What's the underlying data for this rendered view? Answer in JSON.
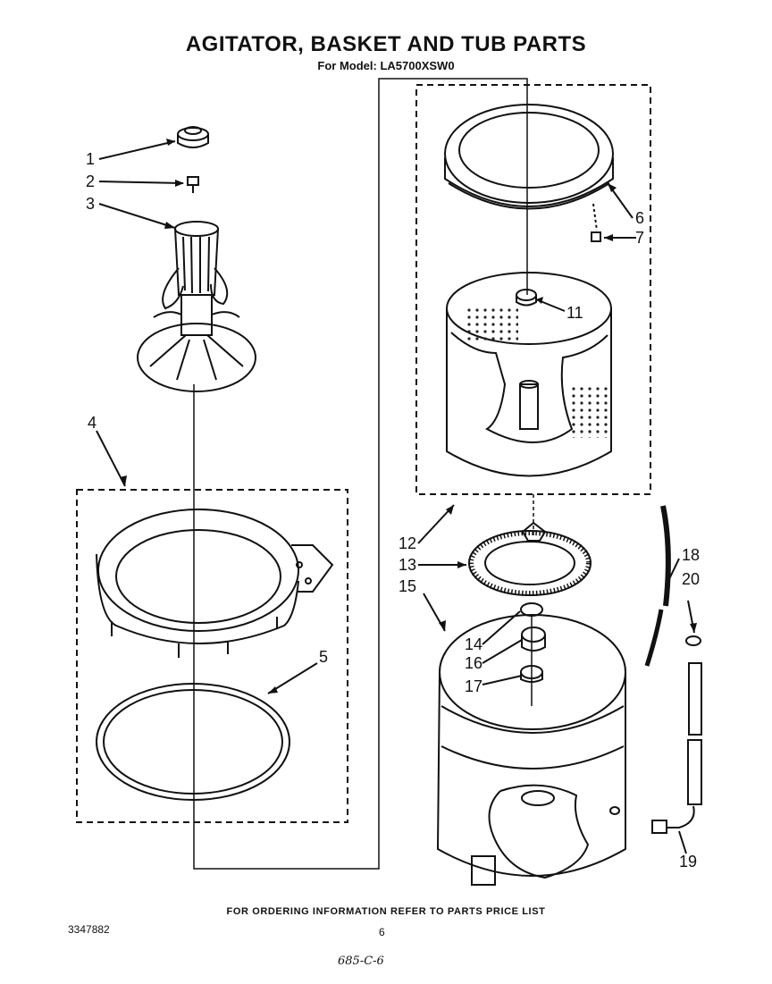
{
  "header": {
    "title": "AGITATOR, BASKET AND TUB PARTS",
    "model_line": "For Model: LA5700XSW0"
  },
  "callouts": [
    "1",
    "2",
    "3",
    "4",
    "5",
    "6",
    "7",
    "11",
    "12",
    "13",
    "14",
    "15",
    "16",
    "17",
    "18",
    "19",
    "20"
  ],
  "footer": {
    "note": "FOR ORDERING INFORMATION REFER TO PARTS PRICE LIST",
    "doc_number": "3347882",
    "page_number": "6",
    "handwritten": "685-C-6"
  }
}
